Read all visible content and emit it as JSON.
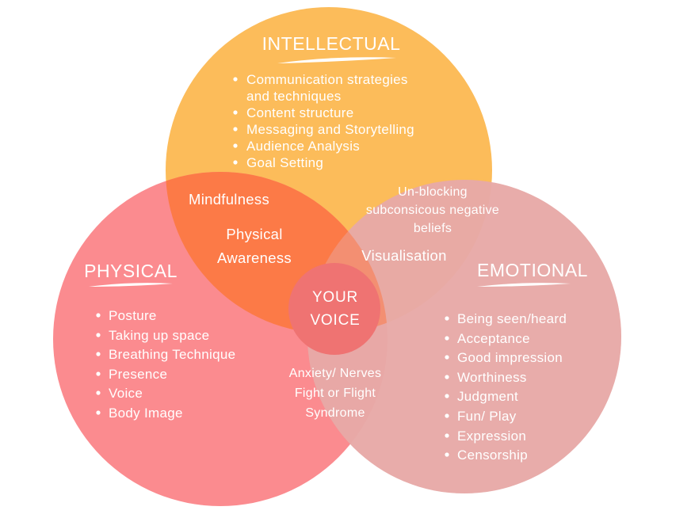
{
  "colors": {
    "intellectual": "#fcbc5a",
    "physical": "#fb8b8f",
    "emotional": "#e5aaa8",
    "mind_body_overlap": "#fc7a47",
    "center": "#ef7372",
    "text": "#ffffff"
  },
  "intellectual": {
    "title": "INTELLECTUAL",
    "items": [
      "Communication strategies",
      "and techniques",
      "Content structure",
      "Messaging and Storytelling",
      "Audience Analysis",
      "Goal Setting"
    ]
  },
  "physical": {
    "title": "PHYSICAL",
    "items": [
      "Posture",
      "Taking up space",
      "Breathing Technique",
      "Presence",
      "Voice",
      "Body Image"
    ]
  },
  "emotional": {
    "title": "EMOTIONAL",
    "items": [
      "Being seen/heard",
      "Acceptance",
      "Good impression",
      "Worthiness",
      "Judgment",
      "Fun/ Play",
      "Expression",
      "Censorship"
    ]
  },
  "overlaps": {
    "intellectual_physical": [
      "Mindfulness",
      "Physical",
      "Awareness"
    ],
    "intellectual_emotional": [
      "Un-blocking",
      "subconsicous negative",
      "beliefs",
      "Visualisation"
    ],
    "physical_emotional": [
      "Anxiety/ Nerves",
      "Fight or Flight",
      "Syndrome"
    ]
  },
  "center": [
    "YOUR",
    "VOICE"
  ]
}
